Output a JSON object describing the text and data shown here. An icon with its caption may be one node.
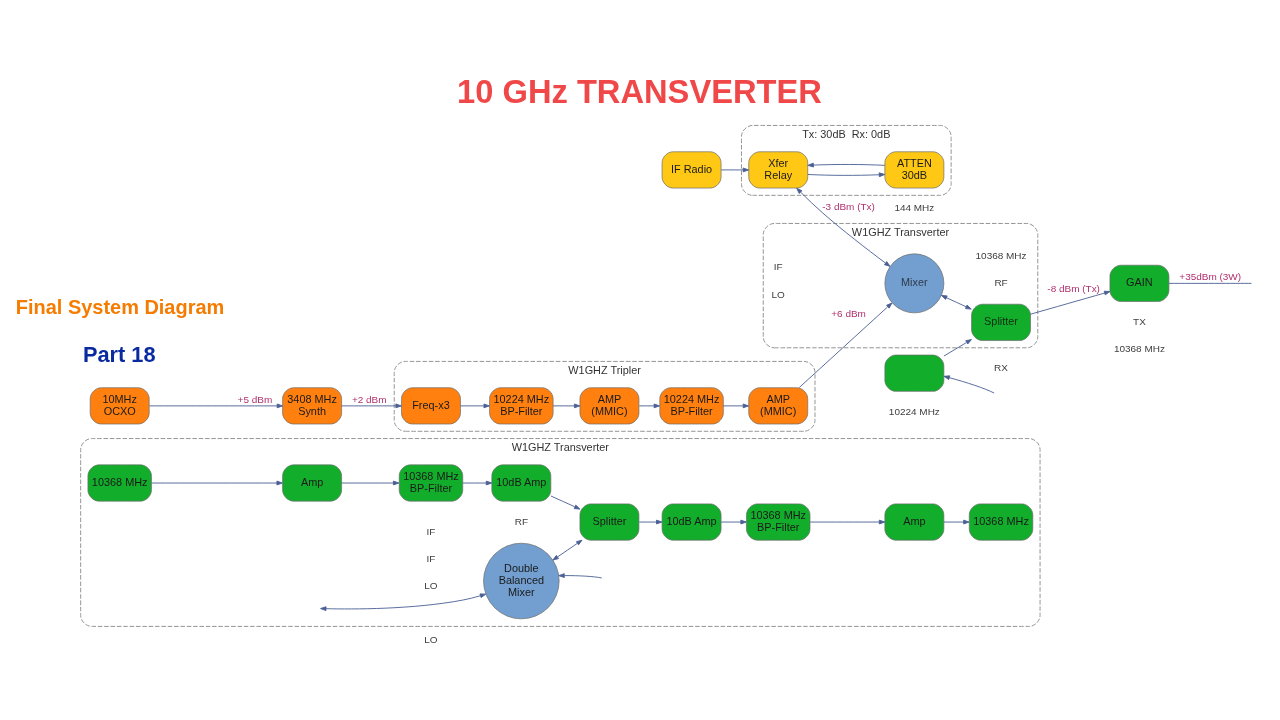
{
  "diagram": {
    "title": "10 GHz TRANSVERTER",
    "nodes": [
      {
        "text": [
          "IF Radio"
        ]
      },
      {
        "text": [
          "10MHz OCXO"
        ]
      },
      {
        "text": [
          "3408 MHz Synth"
        ]
      },
      {
        "text": [
          "W1GHZ Tripler"
        ]
      },
      {
        "text": [
          "Freq-x3"
        ],
        "in": 3
      },
      {
        "text": [
          "10224 MHz BP-Filter"
        ],
        "in": 3
      },
      {
        "text": [
          "AMP (MMIC)"
        ],
        "in": 3
      },
      {
        "text": [
          "10224 MHz BP-Filter"
        ],
        "in": 3
      },
      {
        "text": [
          "AMP (MMIC)"
        ],
        "in": 3
      },
      {
        "text": [
          "Tx: 30dB  Rx: 0dB"
        ]
      },
      {
        "text": [
          "Xfer Relay"
        ],
        "in": 9
      },
      {
        "text": [
          "ATTEN 30dB"
        ],
        "in": 9
      },
      {
        "text": [
          "W1GHZ Transverter"
        ]
      },
      {
        "text": [
          "Mixer"
        ],
        "in": 12
      },
      {
        "text": [
          "Splitter"
        ],
        "in": 12
      },
      {
        "text": [
          "W1GHZ Transverter"
        ]
      },
      {
        "text": [
          "Double Balanced Mixer"
        ],
        "in": 15
      },
      {
        "text": [
          "10dB Amp"
        ],
        "in": 15
      },
      {
        "text": [
          "Splitter"
        ],
        "in": 15
      },
      {
        "text": [
          "10dB Amp"
        ],
        "in": 15
      },
      {
        "text": [
          "10368 MHz BP-Filter"
        ],
        "in": 15
      },
      {
        "text": [
          "10368 MHz BP-Filter"
        ],
        "in": 15
      },
      {
        "text": [
          "Amp"
        ],
        "in": 15
      },
      {
        "text": [
          "Amp"
        ],
        "in": 15
      },
      {
        "text": [],
        "shape": "box"
      },
      {
        "text": [
          "GAIN"
        ]
      },
      {
        "text": [
          "10368 MHz"
        ],
        "in": 15
      },
      {
        "text": [
          "10368 MHz"
        ],
        "in": 15
      }
    ],
    "edges": [
      {
        "from": 1,
        "to": 2,
        "arrow": "to",
        "label": "+5 dBm"
      },
      {
        "from": 2,
        "to": 4,
        "arrow": "to",
        "label": "+2 dBm"
      },
      {
        "from": 4,
        "to": 5,
        "arrow": "to"
      },
      {
        "from": 5,
        "to": 6,
        "arrow": "to"
      },
      {
        "from": 6,
        "to": 7,
        "arrow": "to"
      },
      {
        "from": 7,
        "to": 8,
        "arrow": "to"
      },
      {
        "from": 8,
        "to": 13,
        "arrow": "to",
        "label": "+6 dBm"
      },
      {
        "from": 0,
        "to": 10,
        "arrow": "to"
      },
      {
        "from": 10,
        "to": 11,
        "arrow": "to"
      },
      {
        "from": 11,
        "to": 10,
        "arrow": "to"
      },
      {
        "from": 10,
        "to": 13,
        "arrow": "both",
        "label": "-3 dBm (Tx)"
      },
      {
        "from": 13,
        "to": 14,
        "arrow": "both"
      },
      {
        "from": 14,
        "to": 25,
        "arrow": "to",
        "label": "-8 dBm (Tx)"
      },
      {
        "from": 24,
        "to": 14,
        "arrow": "to"
      },
      {
        "from": null,
        "to": 24,
        "arrow": "to"
      },
      {
        "from": 25,
        "to": null,
        "arrow": "none",
        "label": "+35dBm (3W)"
      },
      {
        "from": null,
        "to": 16,
        "arrow": "both"
      },
      {
        "from": null,
        "to": 16,
        "arrow": "to"
      },
      {
        "from": 16,
        "to": 18,
        "arrow": "both"
      },
      {
        "from": 18,
        "to": 19,
        "arrow": "to"
      },
      {
        "from": 17,
        "to": 18,
        "arrow": "to"
      },
      {
        "from": 19,
        "to": 21,
        "arrow": "to"
      },
      {
        "from": 20,
        "to": 17,
        "arrow": "to"
      },
      {
        "from": 22,
        "to": 20,
        "arrow": "to"
      },
      {
        "from": 21,
        "to": 23,
        "arrow": "to"
      },
      {
        "from": 23,
        "to": 27,
        "arrow": "to"
      },
      {
        "from": 26,
        "to": 22,
        "arrow": "to"
      }
    ],
    "labels": [
      "10224 MHz",
      "144 MHz",
      "Part 18",
      "IF",
      "IF",
      "IF",
      "LO",
      "LO",
      "LO",
      "RF",
      "10368 MHz",
      "RF",
      "RX",
      "TX",
      "10368 MHz",
      "Final System Diagram"
    ]
  }
}
